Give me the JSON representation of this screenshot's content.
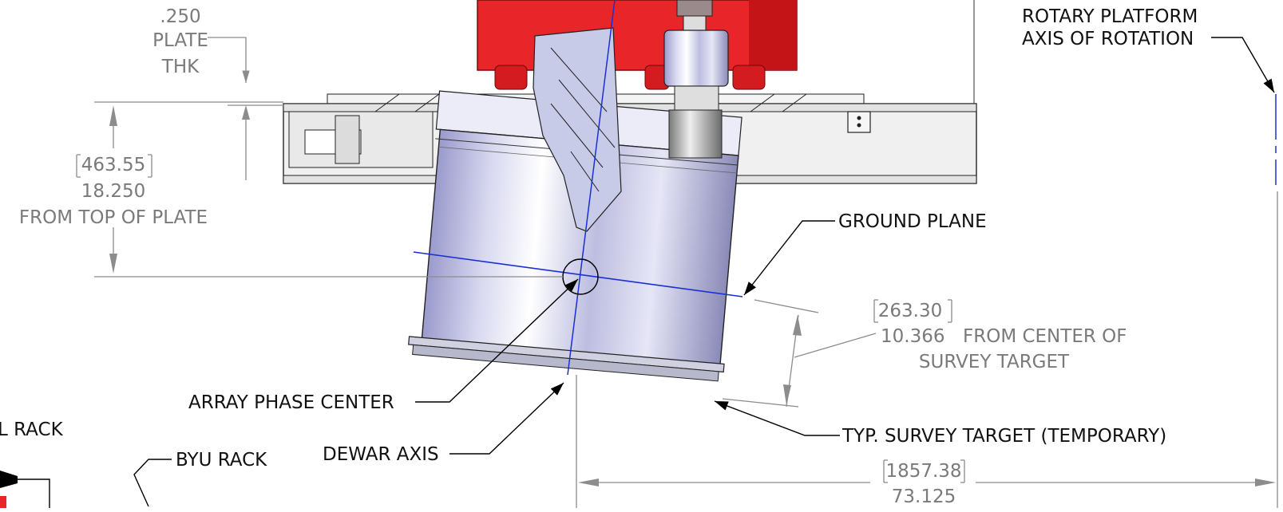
{
  "annotations": {
    "plate_thk": {
      "line1": ".250",
      "line2": "PLATE",
      "line3": "THK"
    },
    "height_from_plate": {
      "metric": "463.55",
      "imperial": "18.250",
      "note": "FROM TOP OF PLATE"
    },
    "rotary_axis": {
      "line1": "ROTARY PLATFORM",
      "line2": "AXIS OF ROTATION"
    },
    "ground_plane": "GROUND PLANE",
    "survey_offset": {
      "metric": "263.30",
      "imperial": "10.366",
      "note1": "FROM CENTER OF",
      "note2": "SURVEY TARGET"
    },
    "array_phase_center": "ARRAY PHASE CENTER",
    "survey_target": "TYP. SURVEY TARGET (TEMPORARY)",
    "dewar_axis": "DEWAR AXIS",
    "byu_rack": "BYU RACK",
    "left_rack_partial": "L RACK",
    "axis_distance": {
      "metric": "1857.38",
      "imperial": "73.125"
    }
  },
  "colors": {
    "enclosure_red": "#e8262a",
    "axis_blue": "#1a2fd6",
    "dimension_gray": "#7a7a7a",
    "leader_black": "#000000"
  }
}
